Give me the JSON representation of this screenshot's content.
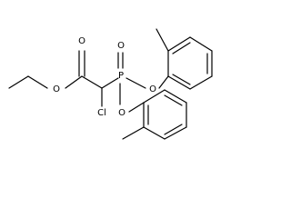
{
  "molecule": {
    "atoms": {
      "carbonyl_oxygen": "O",
      "ester_oxygen": "O",
      "chlorine": "Cl",
      "phosphorus": "P",
      "phosphoryl_oxygen": "O",
      "aryl_oxygen_1": "O",
      "aryl_oxygen_2": "O"
    },
    "colors": {
      "bond": "#000000",
      "label": "#000000",
      "background": "#ffffff"
    }
  }
}
